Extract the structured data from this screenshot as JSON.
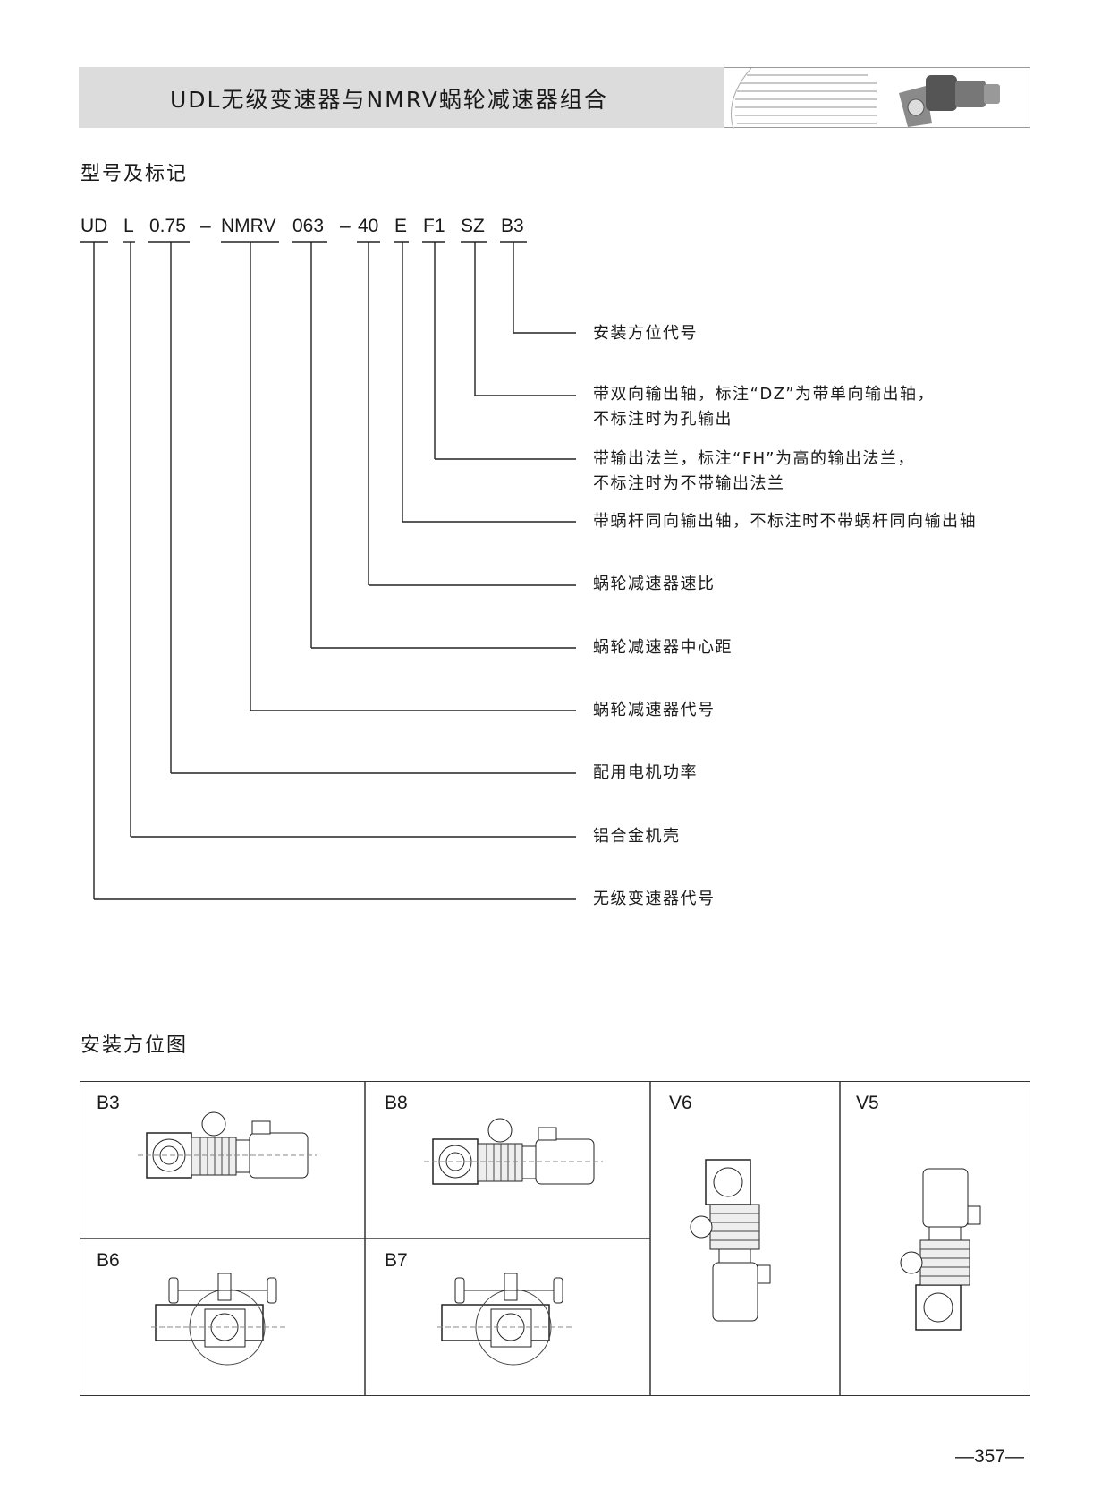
{
  "header": {
    "title": "UDL无级变速器与NMRV蜗轮减速器组合"
  },
  "section_model": {
    "heading": "型号及标记",
    "code_parts": [
      "UD",
      "L",
      "0.75",
      "–",
      "NMRV",
      "063",
      "–",
      "40",
      "E",
      "F1",
      "SZ",
      "B3"
    ],
    "descriptions": [
      {
        "code": "B3",
        "lines": [
          "安装方位代号"
        ]
      },
      {
        "code": "SZ",
        "lines": [
          "带双向输出轴，标注“DZ”为带单向输出轴，",
          "不标注时为孔输出"
        ]
      },
      {
        "code": "F1",
        "lines": [
          "带输出法兰，标注“FH”为高的输出法兰，",
          "不标注时为不带输出法兰"
        ]
      },
      {
        "code": "E",
        "lines": [
          "带蜗杆同向输出轴，不标注时不带蜗杆同向输出轴"
        ]
      },
      {
        "code": "40",
        "lines": [
          "蜗轮减速器速比"
        ]
      },
      {
        "code": "063",
        "lines": [
          "蜗轮减速器中心距"
        ]
      },
      {
        "code": "NMRV",
        "lines": [
          "蜗轮减速器代号"
        ]
      },
      {
        "code": "0.75",
        "lines": [
          "配用电机功率"
        ]
      },
      {
        "code": "L",
        "lines": [
          "铝合金机壳"
        ]
      },
      {
        "code": "UD",
        "lines": [
          "无级变速器代号"
        ]
      }
    ]
  },
  "section_mounting": {
    "heading": "安装方位图",
    "positions": [
      "B3",
      "B8",
      "V6",
      "V5",
      "B6",
      "B7"
    ]
  },
  "page_number": "—357—"
}
